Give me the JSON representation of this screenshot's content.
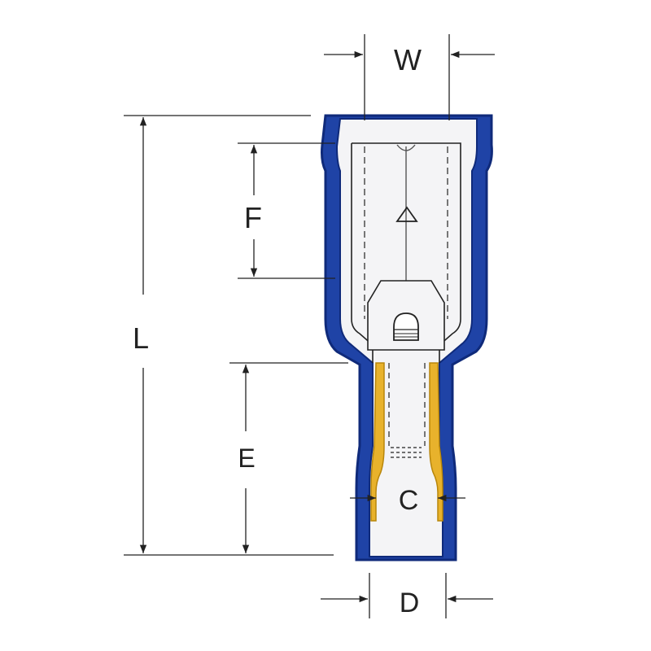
{
  "diagram": {
    "labels": {
      "w": "W",
      "f": "F",
      "l": "L",
      "e": "E",
      "c": "C",
      "d": "D"
    },
    "colors": {
      "background": "#ffffff",
      "line": "#222222",
      "insulation_blue": "#1f43a6",
      "insulation_dark": "#0f2a7a",
      "copper_yellow": "#e8b22c",
      "metal_fill": "#f4f4f6"
    }
  }
}
